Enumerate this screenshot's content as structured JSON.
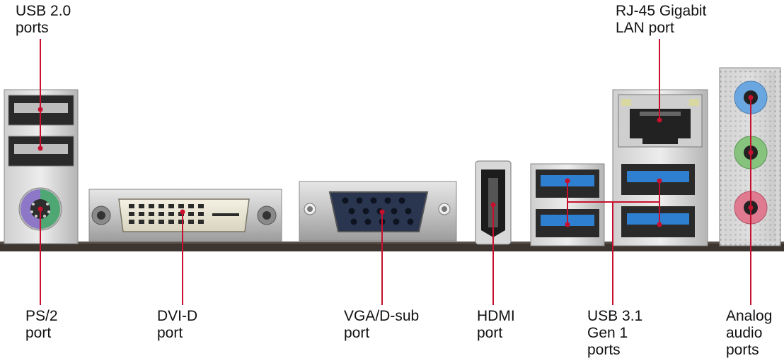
{
  "labels": {
    "usb2": "USB 2.0\nports",
    "rj45": "RJ-45 Gigabit\nLAN port",
    "ps2": "PS/2\nport",
    "dvid": "DVI-D\nport",
    "vga": "VGA/D-sub\nport",
    "hdmi": "HDMI\nport",
    "usb31": "USB 3.1\nGen 1\nports",
    "audio": "Analog\naudio\nports"
  },
  "colors": {
    "callout": "#c8102e",
    "usb3_blue": "#2f7fd0",
    "ps2_purple": "#8d78c8",
    "ps2_green": "#4fa874",
    "audio_blue": "#6aa6df",
    "audio_green": "#86c47e",
    "audio_pink": "#e07a90",
    "board": "#3c3530"
  }
}
